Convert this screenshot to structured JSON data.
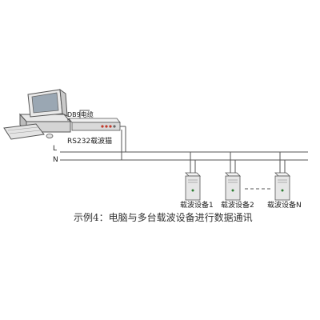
{
  "labels": {
    "cable": "DB9电缆",
    "modem": "RS232载波猫",
    "line_l": "L",
    "line_n": "N"
  },
  "devices": [
    {
      "label": "载波设备1"
    },
    {
      "label": "载波设备2"
    },
    {
      "label": "载波设备N"
    }
  ],
  "caption": "示例4：电脑与多台载波设备进行数据通讯",
  "colors": {
    "line": "#555555",
    "device_body": "#e6e6e6",
    "device_top": "#f4f4f4",
    "modem_body": "#d9d9d9",
    "modem_led": "#c0392b",
    "screen": "#9aa7b3"
  }
}
